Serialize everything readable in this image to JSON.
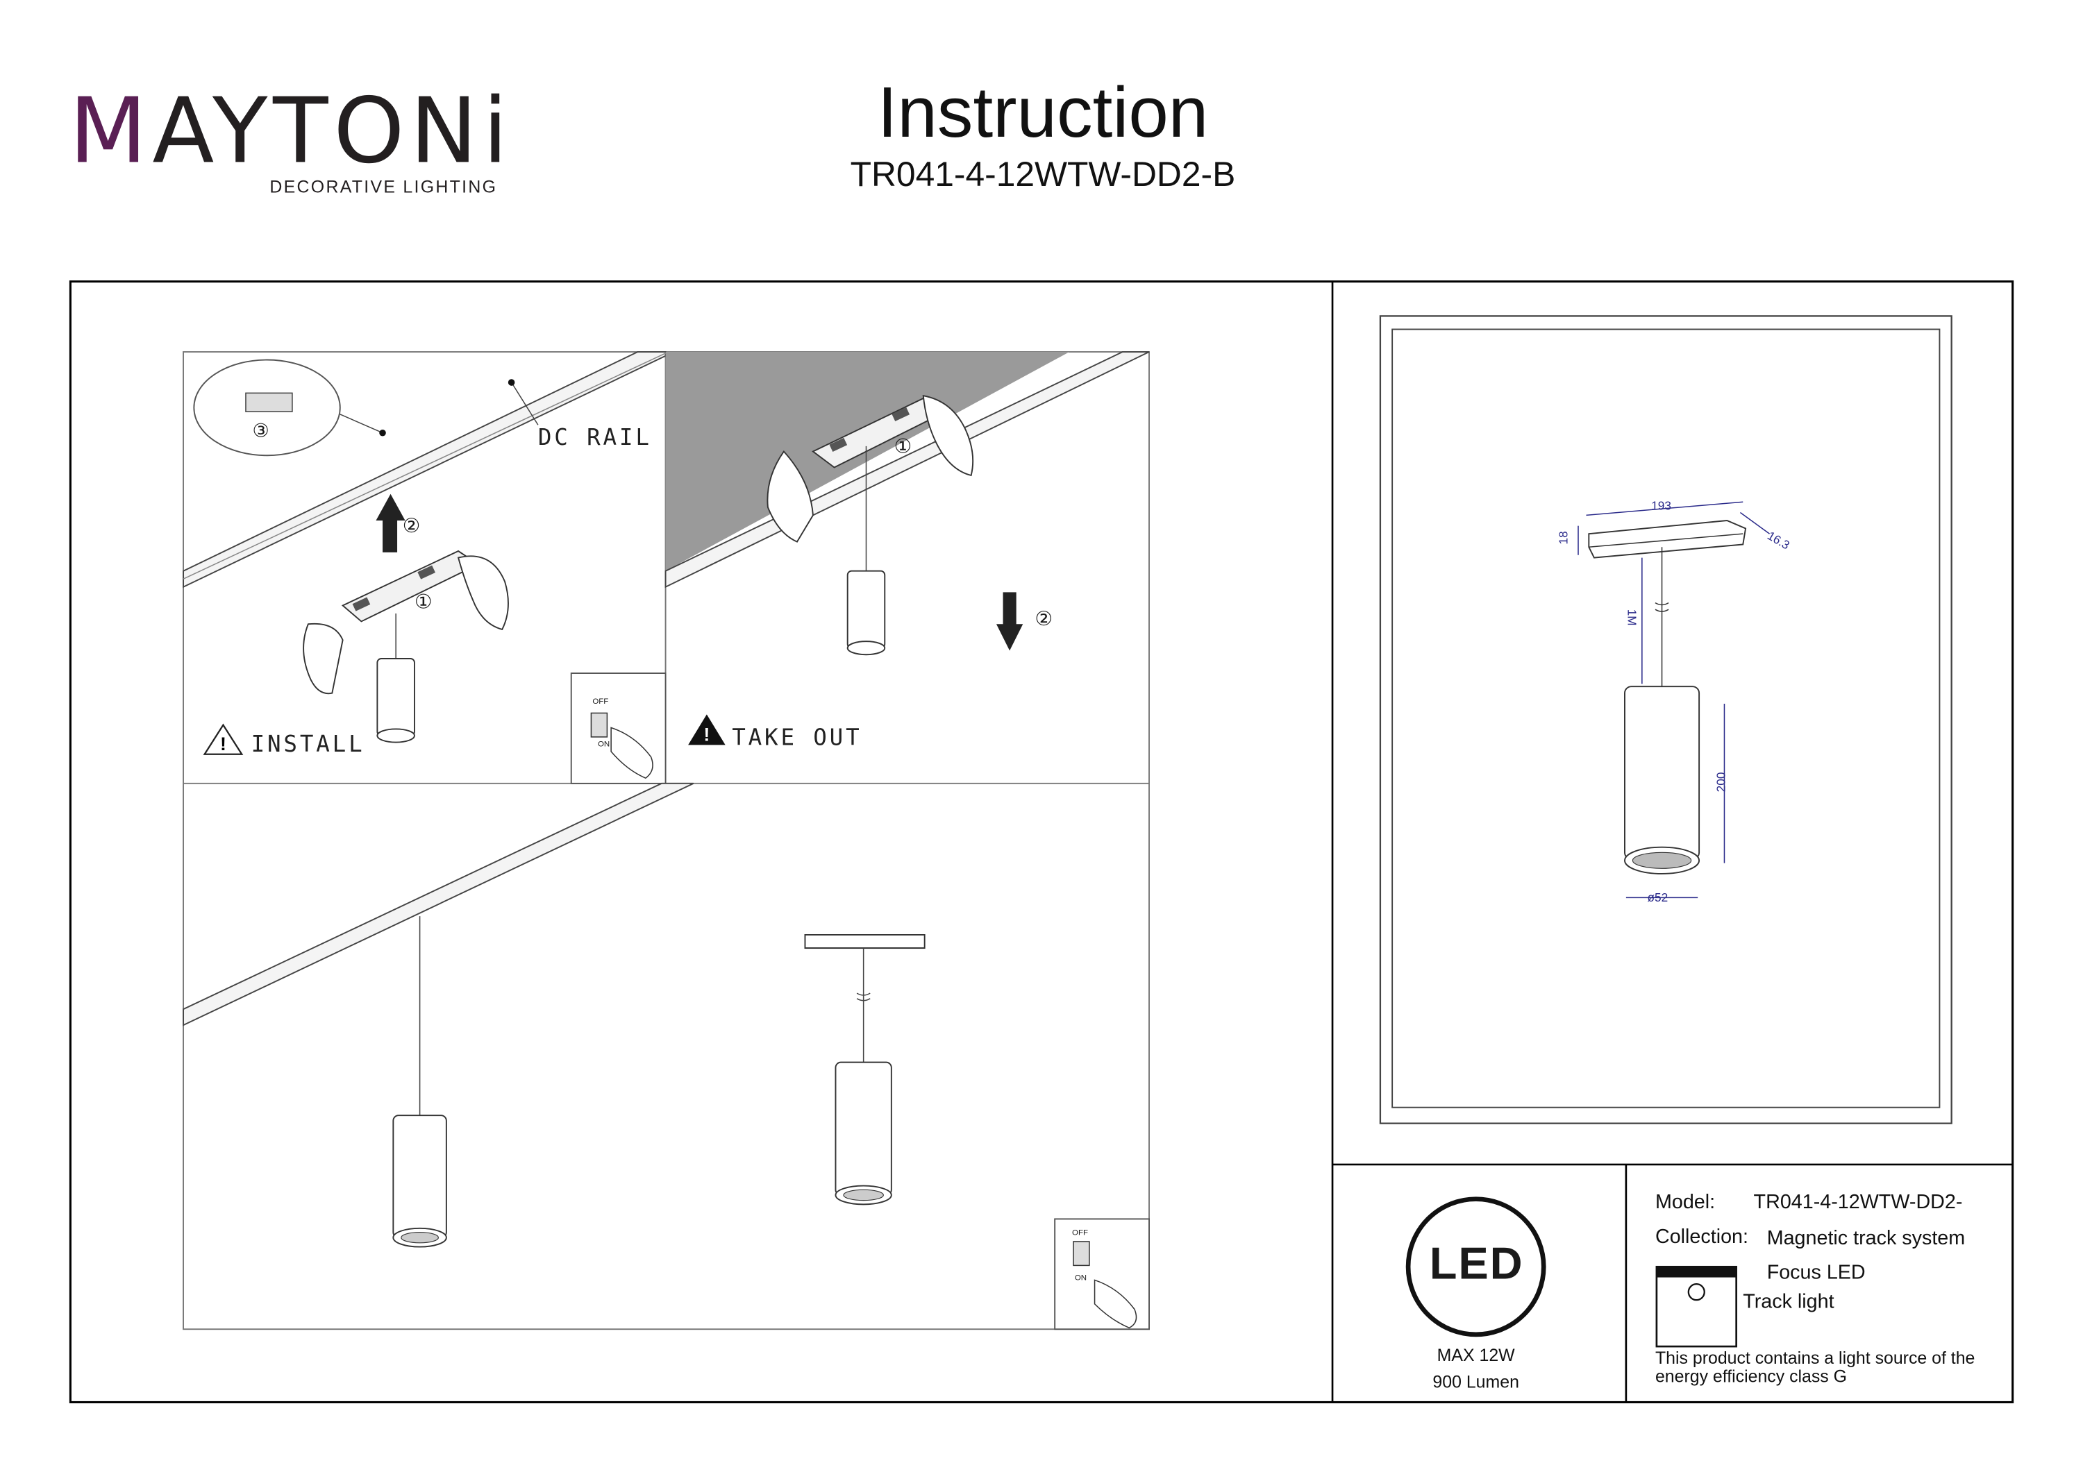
{
  "brand": {
    "name_start": "M",
    "name_rest": "AYTONi",
    "tagline": "DECORATIVE LIGHTING"
  },
  "header": {
    "title": "Instruction",
    "model_code": "TR041-4-12WTW-DD2-B"
  },
  "panels": {
    "install": {
      "rail_label": "DC RAIL",
      "caption": "INSTALL",
      "steps": [
        "①",
        "②",
        "③"
      ]
    },
    "take_out": {
      "caption": "TAKE OUT",
      "steps": [
        "①",
        "②"
      ]
    },
    "switch": {
      "off": "OFF",
      "on": "ON"
    }
  },
  "drawing": {
    "dimensions": {
      "length": "193",
      "height": "18",
      "width": "16.3",
      "cable": "1M",
      "body_height": "200",
      "diameter": "ø52"
    }
  },
  "led_badge": {
    "icon_text": "LED",
    "power": "MAX 12W",
    "flux": "900 Lumen"
  },
  "specs": {
    "model_label": "Model:",
    "model_value": "TR041-4-12WTW-DD2-",
    "collection_label": "Collection:",
    "collection_value": "Magnetic track system",
    "series": "Focus LED",
    "type": "Track light",
    "energy_note_line1": "This product contains a light source of the",
    "energy_note_line2": "energy efficiency class G"
  }
}
